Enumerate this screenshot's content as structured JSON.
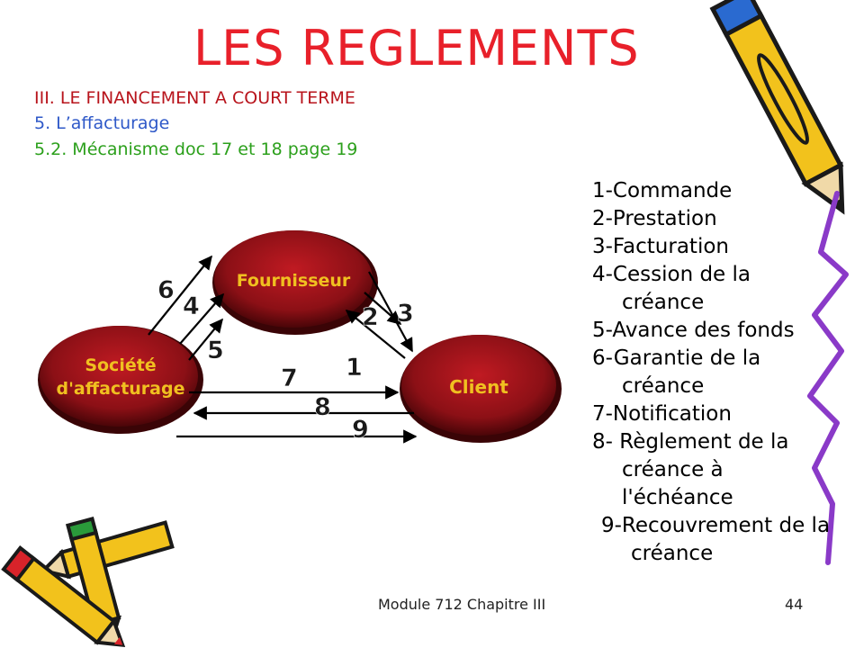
{
  "slide": {
    "title": "LES REGLEMENTS",
    "subtitle1": "III. LE FINANCEMENT A COURT TERME",
    "subtitle2": "5. L’affacturage",
    "subtitle3": "5.2. Mécanisme doc 17 et 18 page 19"
  },
  "diagram": {
    "nodes": {
      "fournisseur": "Fournisseur",
      "societe_line1": "Société",
      "societe_line2": "d'affacturage",
      "client": "Client"
    },
    "arrow_numbers": [
      "1",
      "2",
      "3",
      "4",
      "5",
      "6",
      "7",
      "8",
      "9"
    ],
    "colors": {
      "node_fill": "#8c1016",
      "node_dark": "#4a0508",
      "node_text": "#f0c020",
      "arrow": "#000000"
    }
  },
  "steps": [
    "1-Commande",
    "2-Prestation",
    "3-Facturation",
    "4-Cession  de la créance",
    "5-Avance des fonds",
    "6-Garantie de la créance",
    "7-Notification",
    "8- Règlement de la créance à l'échéance",
    "9-Recouvrement de la créance"
  ],
  "footer": {
    "left": "Module 712 Chapitre III",
    "right": "44"
  }
}
